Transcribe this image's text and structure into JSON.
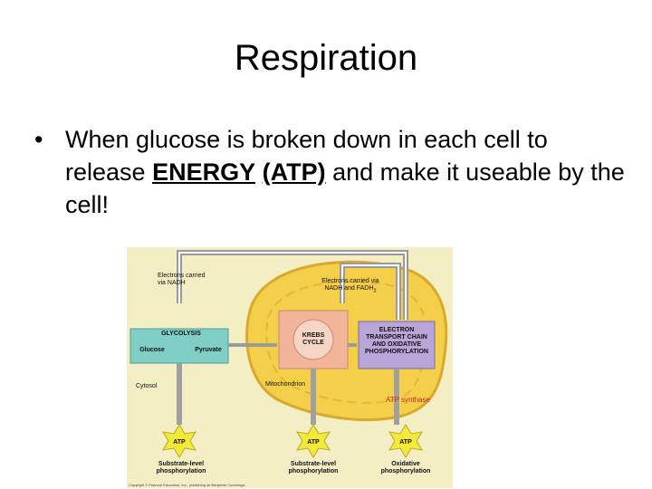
{
  "slide": {
    "title": "Respiration",
    "bullet_marker": "•",
    "bullet": {
      "part1": "When glucose is broken down in each cell to release ",
      "energy": "ENERGY",
      "space": " ",
      "atp": "(ATP)",
      "part2": " and make it useable by the cell!"
    }
  },
  "figure": {
    "electrons_nadh": "Electrons carried via NADH",
    "electrons_nadh_fadh2": "Electrons carried via NADH and FADH",
    "fadh2_sub": "2",
    "glycolysis": "GLYCOLYSIS",
    "glucose": "Glucose",
    "pyruvate": "Pyruvate",
    "krebs": "KREBS CYCLE",
    "etc": "ELECTRON TRANSPORT CHAIN AND OXIDATIVE PHOSPHORYLATION",
    "cytosol": "Cytosol",
    "mitochondrion": "Mitochondrion",
    "atp_synthase": "ATP synthase",
    "atp_label": "ATP",
    "substrate_level_1": "Substrate-level phosphorylation",
    "substrate_level_2": "Substrate-level phosphorylation",
    "oxidative": "Oxidative phosphorylation",
    "copyright": "Copyright © Pearson Education, Inc., publishing as Benjamin Cummings."
  },
  "colors": {
    "background": "#f3eec4",
    "mitochondrion": "#f4d04a",
    "glycolysis_box": "#7fcfc6",
    "krebs_box": "#f3b59a",
    "etc_box": "#b9a6d8",
    "atp_star": "#f1ea3a",
    "atp_synthase_text": "#c0281c"
  }
}
